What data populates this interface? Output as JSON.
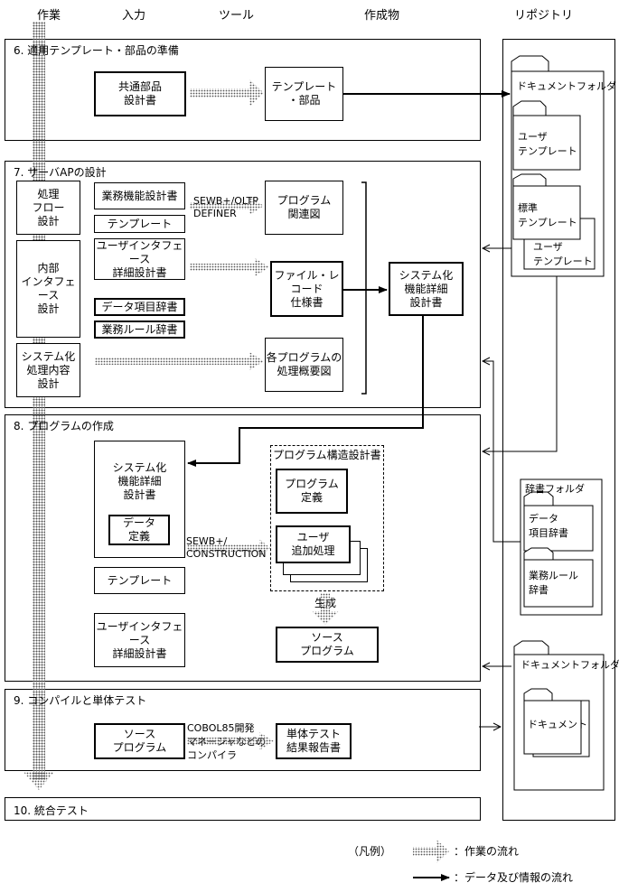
{
  "header": {
    "sagyo": "作業",
    "nyuryoku": "入力",
    "tool": "ツール",
    "sakuseibutsu": "作成物",
    "repository": "リポジトリ"
  },
  "sections": {
    "s6": "6. 適用テンプレート・部品の準備",
    "s7": "7. サーバAPの設計",
    "s8": "8. プログラムの作成",
    "s9": "9. コンパイルと単体テスト",
    "s10": "10. 統合テスト"
  },
  "s6": {
    "input": [
      "共通部品",
      "設計書"
    ],
    "output": [
      "テンプレート",
      "・部品"
    ]
  },
  "s7": {
    "work1": [
      "処理",
      "フロー",
      "設計"
    ],
    "work2": [
      "内部",
      "インタフェース",
      "設計"
    ],
    "work3": [
      "システム化",
      "処理内容",
      "設計"
    ],
    "in1": "業務機能設計書",
    "in2": "テンプレート",
    "in3": [
      "ユーザインタフェース",
      "詳細設計書"
    ],
    "in4": "データ項目辞書",
    "in5": "業務ルール辞書",
    "tool": [
      "SEWB+/OLTP",
      "DEFINER"
    ],
    "out1": [
      "プログラム",
      "関連図"
    ],
    "out2": [
      "ファイル・レコード",
      "仕様書"
    ],
    "out3": [
      "各プログラムの",
      "処理概要図"
    ],
    "result": [
      "システム化",
      "機能詳細",
      "設計書"
    ]
  },
  "s8": {
    "in1": [
      "システム化",
      "機能詳細",
      "設計書"
    ],
    "in1_sub": [
      "データ",
      "定義"
    ],
    "in2": "テンプレート",
    "in3": [
      "ユーザインタフェース",
      "詳細設計書"
    ],
    "tool": [
      "SEWB+/",
      "CONSTRUCTION"
    ],
    "struct_title": "プログラム構造設計書",
    "struct1": [
      "プログラム",
      "定義"
    ],
    "struct2": [
      "ユーザ",
      "追加処理"
    ],
    "gen": "生成",
    "out": [
      "ソース",
      "プログラム"
    ]
  },
  "s9": {
    "in": [
      "ソース",
      "プログラム"
    ],
    "tool": [
      "COBOL85開発",
      "マネージャなどの",
      "コンパイラ"
    ],
    "out": [
      "単体テスト",
      "結果報告書"
    ]
  },
  "repo": {
    "docfolder1": "ドキュメントフォルダ",
    "user_tpl": [
      "ユーザ",
      "テンプレート"
    ],
    "std_tpl": [
      "標準",
      "テンプレート"
    ],
    "user_tpl2": [
      "ユーザ",
      "テンプレート"
    ],
    "dictfolder": "辞書フォルダ",
    "dict1": [
      "データ",
      "項目辞書"
    ],
    "dict2": [
      "業務ルール",
      "辞書"
    ],
    "docfolder2": "ドキュメントフォルダ",
    "doc": "ドキュメント"
  },
  "legend": {
    "title": "（凡例）",
    "work_flow": "：作業の流れ",
    "data_flow": "：データ及び情報の流れ"
  }
}
